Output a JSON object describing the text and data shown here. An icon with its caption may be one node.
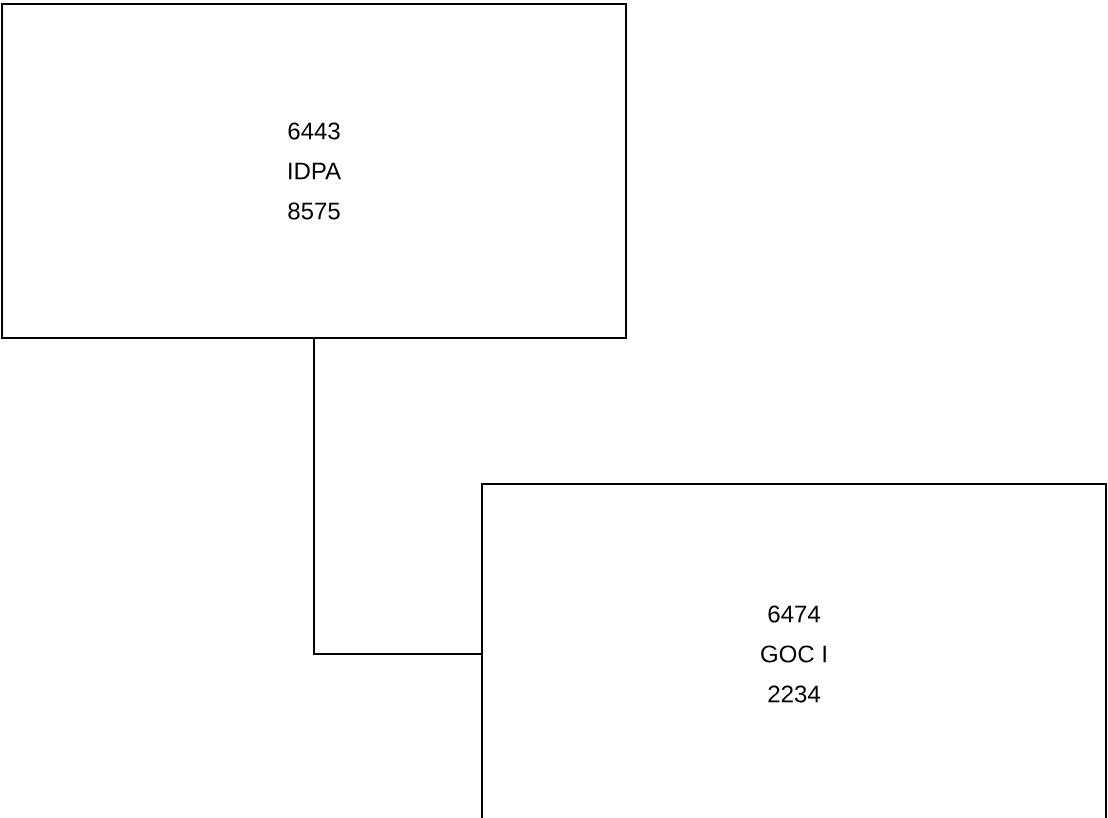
{
  "diagram": {
    "nodes": [
      {
        "text": [
          "6443",
          "IDPA",
          "8575"
        ]
      },
      {
        "text": [
          "6474",
          "GOC I",
          "2234"
        ]
      }
    ],
    "edges": [
      {
        "from": 0,
        "to": 1,
        "arrow": "none"
      }
    ]
  }
}
